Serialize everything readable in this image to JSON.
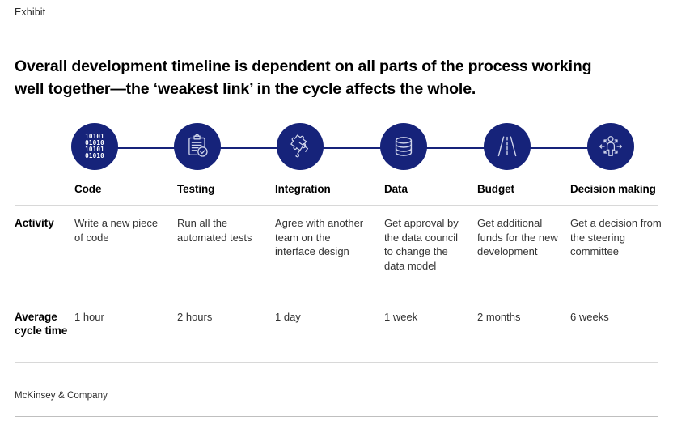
{
  "header": {
    "exhibit_label": "Exhibit"
  },
  "title": {
    "line1": "Overall development timeline is dependent on all parts of the process working",
    "line2": "well together—the ‘weakest link’ in the cycle affects the whole."
  },
  "colors": {
    "node_navy": "#16237a",
    "connector": "#16237a",
    "divider": "#d8d8d8",
    "body_text": "#333333",
    "heading_text": "#000000"
  },
  "timeline": {
    "stages": [
      {
        "label": "Code",
        "icon": "binary-code-icon",
        "binary_lines": [
          "10101",
          "01010",
          "10101",
          "01010"
        ]
      },
      {
        "label": "Testing",
        "icon": "clipboard-check-icon"
      },
      {
        "label": "Integration",
        "icon": "puzzle-pieces-icon"
      },
      {
        "label": "Data",
        "icon": "database-icon"
      },
      {
        "label": "Budget",
        "icon": "road-icon"
      },
      {
        "label": "Decision making",
        "icon": "person-arrows-icon"
      }
    ]
  },
  "rows": [
    {
      "heading": "Activity",
      "values": [
        "Write a new piece of code",
        "Run all the automated tests",
        "Agree with another team on the interface design",
        "Get approval by the data council to change the data model",
        "Get additional funds for the new development",
        "Get a decision from the steering committee"
      ]
    },
    {
      "heading": "Average cycle time",
      "values": [
        "1 hour",
        "2 hours",
        "1 day",
        "1 week",
        "2 months",
        "6 weeks"
      ]
    }
  ],
  "footer": {
    "attribution": "McKinsey & Company"
  }
}
